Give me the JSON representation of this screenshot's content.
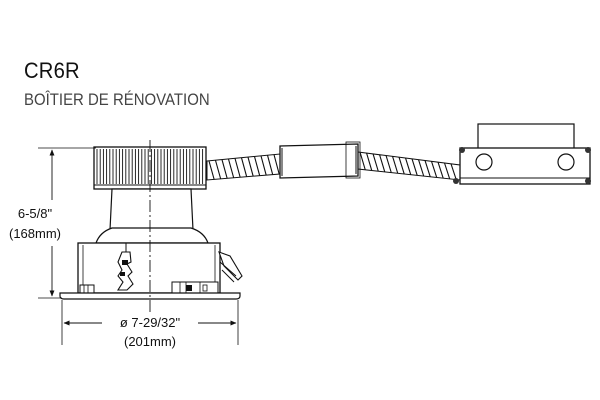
{
  "header": {
    "title": "CR6R",
    "subtitle": "BOÎTIER DE RÉNOVATION"
  },
  "dimensions": {
    "height_imperial": "6-5/8\"",
    "height_metric": "(168mm)",
    "diameter_imperial": "ø 7-29/32\"",
    "diameter_metric": "(201mm)"
  },
  "colors": {
    "line": "#111111",
    "fill": "#ffffff",
    "cable_dark": "#333333"
  }
}
